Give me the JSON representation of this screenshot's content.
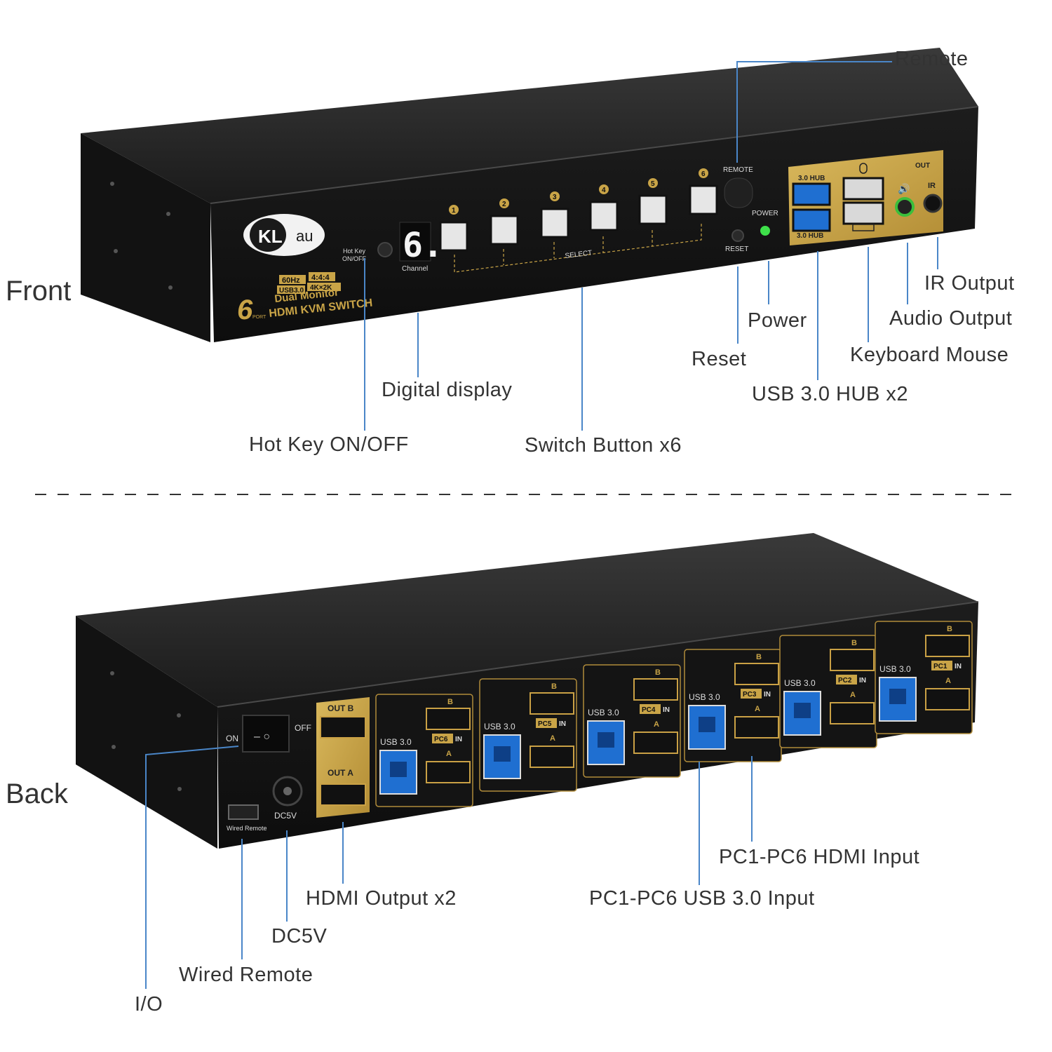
{
  "sections": {
    "front": "Front",
    "back": "Back"
  },
  "front_labels": {
    "remote": "Remote",
    "ir_output": "IR Output",
    "audio_output": "Audio Output",
    "keyboard_mouse": "Keyboard Mouse",
    "power": "Power",
    "reset": "Reset",
    "usb_hub": "USB 3.0 HUB x2",
    "digital_display": "Digital display",
    "hot_key": "Hot Key ON/OFF",
    "switch_button": "Switch Button x6"
  },
  "back_labels": {
    "pc_hdmi_input": "PC1-PC6 HDMI Input",
    "pc_usb_input": "PC1-PC6 USB 3.0 Input",
    "hdmi_output": "HDMI Output x2",
    "dc5v": "DC5V",
    "wired_remote": "Wired Remote",
    "io": "I/O"
  },
  "device_front": {
    "brand": "KLau",
    "specs_line1a": "60Hz",
    "specs_line1b": "4:4:4",
    "specs_line2a": "USB3.0",
    "specs_line2b": "4K×2K",
    "specs_line3": "Dual Monitor",
    "product": "HDMI KVM SWITCH",
    "port_num": "6",
    "port_word": "PORT",
    "hotkey": "Hot Key",
    "hotkey_state": "ON/OFF",
    "display_digit": "6.",
    "channel": "Channel",
    "buttons": [
      "1",
      "2",
      "3",
      "4",
      "5",
      "6"
    ],
    "select": "SELECT",
    "remote": "REMOTE",
    "power": "POWER",
    "reset": "RESET",
    "hub_top": "3.0 HUB",
    "hub_bottom": "3.0 HUB",
    "out": "OUT",
    "ir": "IR"
  },
  "device_back": {
    "on": "ON",
    "off": "OFF",
    "out_b": "OUT B",
    "out_a": "OUT A",
    "dc5v": "DC5V",
    "wired_remote": "Wired Remote",
    "usb": "USB 3.0",
    "port_b": "B",
    "port_a": "A",
    "in_word": "IN",
    "pcs": [
      "PC6",
      "PC5",
      "PC4",
      "PC3",
      "PC2",
      "PC1"
    ]
  },
  "colors": {
    "gold": "#cfa94b",
    "leader": "#4a86c8",
    "body": "#151515",
    "usb_blue": "#1f6fd1"
  }
}
